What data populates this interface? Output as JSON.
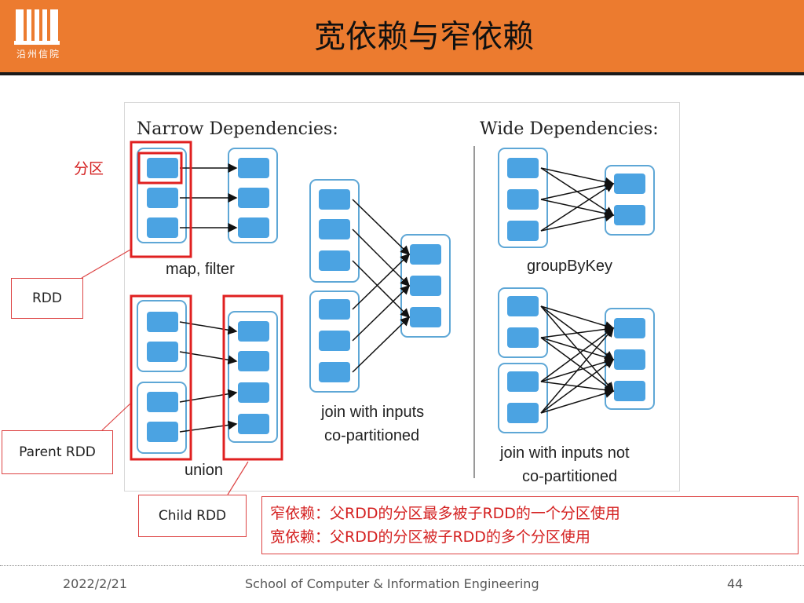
{
  "header": {
    "title": "宽依赖与窄依赖",
    "logo_text": "沿州信院"
  },
  "diagram": {
    "narrow_title": "Narrow Dependencies:",
    "wide_title": "Wide Dependencies:",
    "map_filter": "map, filter",
    "union": "union",
    "join_co_line1": "join with inputs",
    "join_co_line2": "co-partitioned",
    "group_by_key": "groupByKey",
    "join_not_line1": "join with inputs not",
    "join_not_line2": "co-partitioned"
  },
  "annotations": {
    "partition": "分区",
    "rdd": "RDD",
    "parent_rdd": "Parent RDD",
    "child_rdd": "Child RDD",
    "summary_line1": "窄依赖：父RDD的分区最多被子RDD的一个分区使用",
    "summary_line2": "宽依赖：父RDD的分区被子RDD的多个分区使用"
  },
  "footer": {
    "date": "2022/2/21",
    "org": "School of Computer & Information Engineering",
    "page": "44"
  },
  "colors": {
    "header": "#ec7b2f",
    "partition_fill": "#4ba3e2",
    "rdd_border": "#5ea7d6",
    "highlight": "#e02020"
  }
}
